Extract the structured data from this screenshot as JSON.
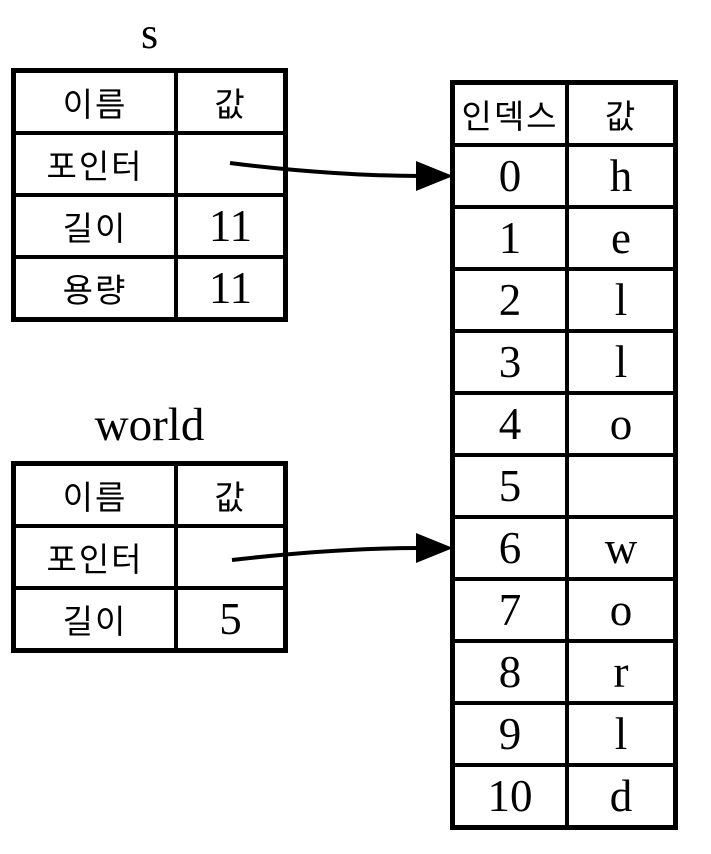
{
  "canvas": {
    "background_color": "#ffffff",
    "line_color": "#000000"
  },
  "s_struct": {
    "title": "s",
    "headers": [
      "이름",
      "값"
    ],
    "rows": [
      [
        "포인터",
        ""
      ],
      [
        "길이",
        "11"
      ],
      [
        "용량",
        "11"
      ]
    ]
  },
  "world_slice": {
    "title": "world",
    "headers": [
      "이름",
      "값"
    ],
    "rows": [
      [
        "포인터",
        ""
      ],
      [
        "길이",
        "5"
      ]
    ]
  },
  "heap": {
    "headers": [
      "인덱스",
      "값"
    ],
    "rows": [
      [
        "0",
        "h"
      ],
      [
        "1",
        "e"
      ],
      [
        "2",
        "l"
      ],
      [
        "3",
        "l"
      ],
      [
        "4",
        "o"
      ],
      [
        "5",
        ""
      ],
      [
        "6",
        "w"
      ],
      [
        "7",
        "o"
      ],
      [
        "8",
        "r"
      ],
      [
        "9",
        "l"
      ],
      [
        "10",
        "d"
      ]
    ]
  },
  "arrows": [
    {
      "name": "s-pointer-arrow",
      "from": "s.포인터",
      "to": "heap.index.0"
    },
    {
      "name": "world-pointer-arrow",
      "from": "world.포인터",
      "to": "heap.index.6"
    }
  ]
}
